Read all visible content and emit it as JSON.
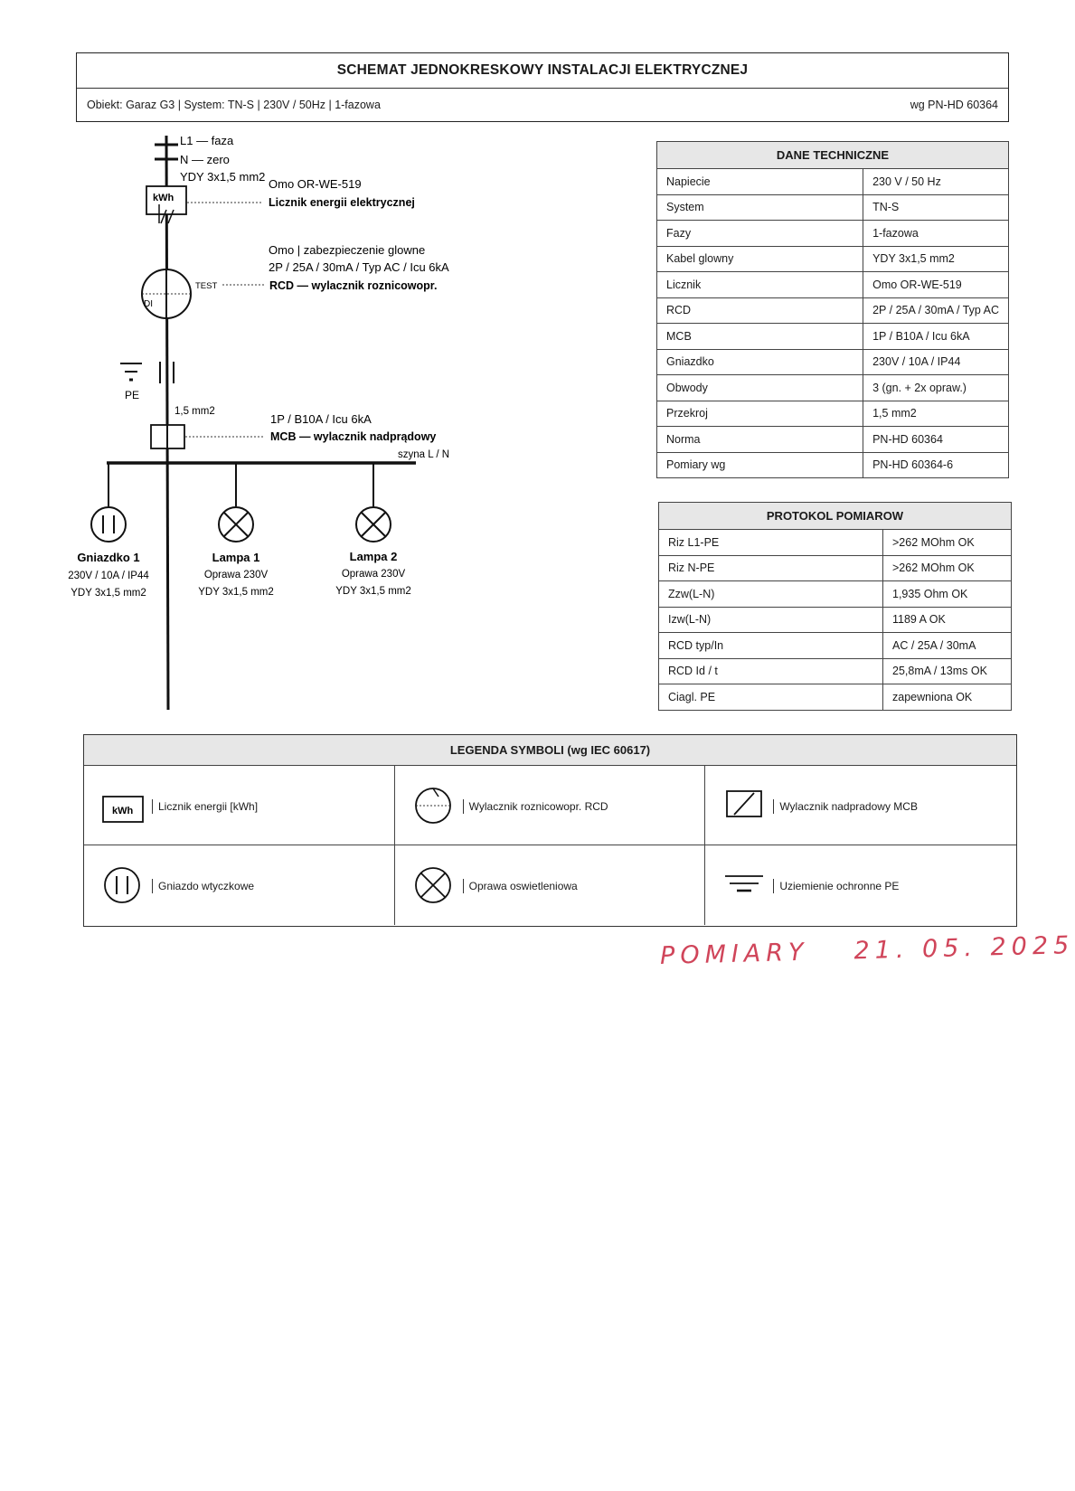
{
  "header": {
    "title": "SCHEMAT JEDNOKRESKOWY INSTALACJI ELEKTRYCZNEJ",
    "object_line": "Obiekt: Garaz G3 | System: TN-S | 230V / 50Hz | 1-fazowa",
    "norm": "wg PN-HD 60364"
  },
  "diagram": {
    "l1": "L1 — faza",
    "n": "N — zero",
    "cable": "YDY 3x1,5 mm2",
    "meter_model": "Omo OR-WE-519",
    "meter_symbol": "kWh",
    "meter_label": "Licznik energii elektrycznej",
    "rcd_line1": "Omo | zabezpieczenie glowne",
    "rcd_line2": "2P / 25A / 30mA / Typ AC / Icu 6kA",
    "rcd_test": "TEST",
    "rcd_label": "RCD — wylacznik roznicowopr.",
    "rcd_di": "DI",
    "pe": "PE",
    "pe_section": "1,5 mm2",
    "mcb_spec": "1P / B10A / Icu 6kA",
    "mcb_label": "MCB — wylacznik nadprądowy",
    "busbar": "szyna L / N",
    "loads": [
      {
        "name": "Gniazdko 1",
        "line1": "230V / 10A / IP44",
        "line2": "YDY 3x1,5 mm2"
      },
      {
        "name": "Lampa 1",
        "line1": "Oprawa 230V",
        "line2": "YDY 3x1,5 mm2"
      },
      {
        "name": "Lampa 2",
        "line1": "Oprawa 230V",
        "line2": "YDY 3x1,5 mm2"
      }
    ]
  },
  "tech": {
    "title": "DANE TECHNICZNE",
    "rows": [
      {
        "k": "Napiecie",
        "v": "230 V / 50 Hz"
      },
      {
        "k": "System",
        "v": "TN-S"
      },
      {
        "k": "Fazy",
        "v": "1-fazowa"
      },
      {
        "k": "Kabel glowny",
        "v": "YDY 3x1,5 mm2"
      },
      {
        "k": "Licznik",
        "v": "Omo OR-WE-519"
      },
      {
        "k": "RCD",
        "v": "2P / 25A / 30mA / Typ AC"
      },
      {
        "k": "MCB",
        "v": "1P / B10A / Icu 6kA"
      },
      {
        "k": "Gniazdko",
        "v": "230V / 10A / IP44"
      },
      {
        "k": "Obwody",
        "v": "3 (gn. + 2x opraw.)"
      },
      {
        "k": "Przekroj",
        "v": "1,5 mm2"
      },
      {
        "k": "Norma",
        "v": "PN-HD 60364"
      },
      {
        "k": "Pomiary wg",
        "v": "PN-HD 60364-6"
      }
    ]
  },
  "protocol": {
    "title": "PROTOKOL POMIAROW",
    "rows": [
      {
        "k": "Riz L1-PE",
        "v": ">262 MOhm  OK"
      },
      {
        "k": "Riz N-PE",
        "v": ">262 MOhm  OK"
      },
      {
        "k": "Zzw(L-N)",
        "v": "1,935 Ohm  OK"
      },
      {
        "k": "Izw(L-N)",
        "v": "1189 A  OK"
      },
      {
        "k": "RCD typ/In",
        "v": "AC / 25A / 30mA"
      },
      {
        "k": "RCD Id / t",
        "v": "25,8mA / 13ms  OK"
      },
      {
        "k": "Ciagl. PE",
        "v": "zapewniona  OK"
      }
    ]
  },
  "legend": {
    "title": "LEGENDA SYMBOLI  (wg IEC 60617)",
    "items": [
      {
        "icon": "kwh-meter-icon",
        "symbol": "kWh",
        "label": "Licznik energii  [kWh]"
      },
      {
        "icon": "rcd-icon",
        "label": "Wylacznik roznicowopr. RCD"
      },
      {
        "icon": "mcb-icon",
        "label": "Wylacznik nadpradowy MCB"
      },
      {
        "icon": "socket-icon",
        "label": "Gniazdo wtyczkowe"
      },
      {
        "icon": "lamp-icon",
        "label": "Oprawa oswietleniowa"
      },
      {
        "icon": "ground-pe-icon",
        "label": "Uziemienie ochronne PE"
      }
    ]
  },
  "handwriting": {
    "word": "POMIARY",
    "date": "21. 05. 2025",
    "color": "#d0455a"
  }
}
